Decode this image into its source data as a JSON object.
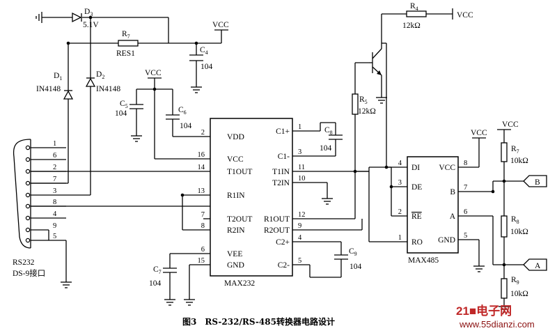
{
  "caption": "图3　RS-232/RS-485转换器电路设计",
  "watermark": {
    "brand": "21■电子网",
    "url": "www.55dianzi.com"
  },
  "chips": {
    "max232": {
      "name": "MAX232",
      "left_pins": [
        {
          "num": "2",
          "label": "VDD"
        },
        {
          "num": "16",
          "label": "VCC"
        },
        {
          "num": "14",
          "label": "T1OUT"
        },
        {
          "num": "13",
          "label": "R1IN"
        },
        {
          "num": "7",
          "label": "T2OUT"
        },
        {
          "num": "8",
          "label": "R2IN"
        },
        {
          "num": "6",
          "label": "VEE"
        },
        {
          "num": "15",
          "label": "GND"
        }
      ],
      "right_pins": [
        {
          "num": "1",
          "label": "C1+"
        },
        {
          "num": "3",
          "label": "C1-"
        },
        {
          "num": "11",
          "label": "T1IN"
        },
        {
          "num": "10",
          "label": "T2IN"
        },
        {
          "num": "12",
          "label": "R1OUT"
        },
        {
          "num": "9",
          "label": "R2OUT"
        },
        {
          "num": "4",
          "label": "C2+"
        },
        {
          "num": "5",
          "label": "C2-"
        }
      ]
    },
    "max485": {
      "name": "MAX485",
      "left_pins": [
        {
          "num": "4",
          "label": "DI"
        },
        {
          "num": "3",
          "label": "DE"
        },
        {
          "num": "2",
          "label": "RE"
        },
        {
          "num": "1",
          "label": "RO"
        }
      ],
      "right_pins": [
        {
          "num": "8",
          "label": "VCC"
        },
        {
          "num": "7",
          "label": "B"
        },
        {
          "num": "6",
          "label": "A"
        },
        {
          "num": "5",
          "label": "GND"
        }
      ]
    }
  },
  "connector": {
    "pins": [
      "1",
      "6",
      "2",
      "7",
      "3",
      "8",
      "4",
      "9",
      "5"
    ],
    "label_line1": "RS232",
    "label_line2": "DS-9接口"
  },
  "components": {
    "D3": {
      "ref": "D",
      "sub": "3",
      "value": "5.1V"
    },
    "D1": {
      "ref": "D",
      "sub": "1",
      "value": "IN4148"
    },
    "D2": {
      "ref": "D",
      "sub": "2",
      "value": "IN4148"
    },
    "R7": {
      "ref": "R",
      "sub": "7",
      "value": "RES1"
    },
    "C4": {
      "ref": "C",
      "sub": "4",
      "value": "104"
    },
    "C5": {
      "ref": "C",
      "sub": "5",
      "value": "104"
    },
    "C6": {
      "ref": "C",
      "sub": "6",
      "value": "104"
    },
    "C7": {
      "ref": "C",
      "sub": "7",
      "value": "104"
    },
    "C8": {
      "ref": "C",
      "sub": "8",
      "value": "104"
    },
    "C9": {
      "ref": "C",
      "sub": "9",
      "value": "104"
    },
    "R4": {
      "ref": "R",
      "sub": "4",
      "value": "12kΩ"
    },
    "R5": {
      "ref": "R",
      "sub": "5",
      "value": "12kΩ"
    },
    "R7b": {
      "ref": "R",
      "sub": "7",
      "value": "10kΩ"
    },
    "R8": {
      "ref": "R",
      "sub": "8",
      "value": "10kΩ"
    },
    "R9": {
      "ref": "R",
      "sub": "9",
      "value": "10kΩ"
    }
  },
  "power": {
    "vcc": "VCC"
  },
  "terminals": {
    "b": "B",
    "a": "A"
  }
}
